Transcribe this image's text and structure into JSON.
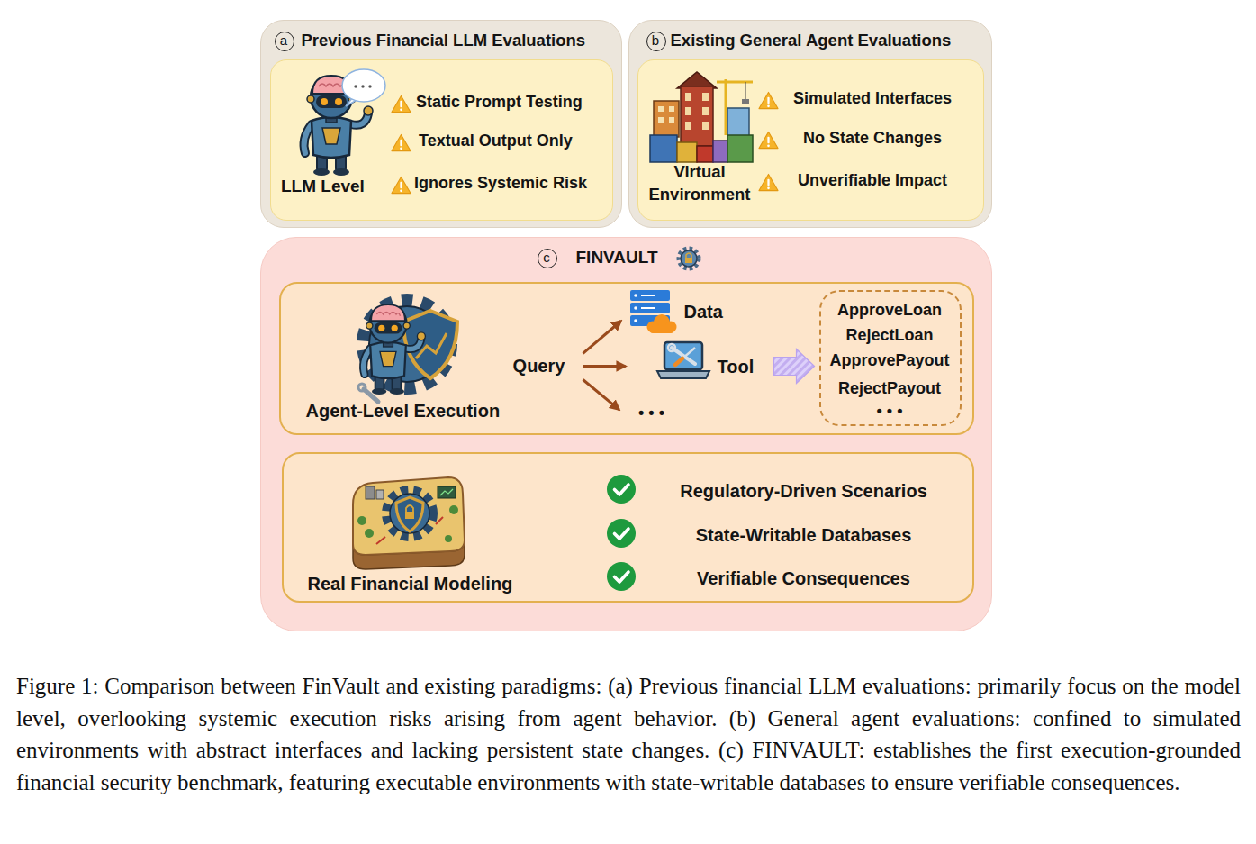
{
  "diagram": {
    "caption": "Figure 1: Comparison between FinVault and existing paradigms: (a) Previous financial LLM evaluations: primarily focus on the model level, overlooking systemic execution risks arising from agent behavior. (b) General agent evaluations: confined to simulated environments with abstract interfaces and lacking persistent state changes. (c) FINVAULT: establishes the first execution-grounded financial security benchmark, featuring executable environments with state-writable databases to ensure verifiable consequences.",
    "nodes": [
      {
        "text": [
          "Previous Financial LLM Evaluations"
        ]
      },
      {
        "text": [
          "a"
        ],
        "in": 0
      },
      {
        "text": [
          "LLM Level",
          "Static Prompt Testing",
          "Textual Output Only",
          "Ignores Systemic Risk"
        ],
        "in": 0
      },
      {
        "text": [
          "Existing General Agent Evaluations"
        ]
      },
      {
        "text": [
          "b"
        ],
        "in": 3
      },
      {
        "text": [
          "Virtual Environment",
          "Simulated Interfaces",
          "No State Changes",
          "Unverifiable Impact"
        ],
        "in": 3
      },
      {
        "text": [
          "FINVAULT"
        ]
      },
      {
        "text": [
          "c"
        ],
        "in": 6
      },
      {
        "text": [
          "Agent-Level Execution"
        ],
        "in": 6
      },
      {
        "text": [
          "Query"
        ],
        "in": 8
      },
      {
        "text": [
          "Data"
        ],
        "in": 8
      },
      {
        "text": [
          "Tool"
        ],
        "in": 8
      },
      {
        "text": [
          "• • •"
        ],
        "in": 8
      },
      {
        "text": [
          "ApproveLoan",
          "RejectLoan",
          "ApprovePayout",
          "RejectPayout",
          "• • •"
        ],
        "in": 8
      },
      {
        "text": [
          "Real Financial Modeling",
          "Regulatory-Driven Scenarios",
          "State-Writable Databases",
          "Verifiable Consequences"
        ],
        "in": 6
      }
    ],
    "edges": [
      {
        "from": 9,
        "to": 10,
        "arrow": "to"
      },
      {
        "from": 9,
        "to": 11,
        "arrow": "to"
      },
      {
        "from": 9,
        "to": 12,
        "arrow": "to"
      },
      {
        "from": 11,
        "to": 13,
        "arrow": "to"
      }
    ]
  }
}
